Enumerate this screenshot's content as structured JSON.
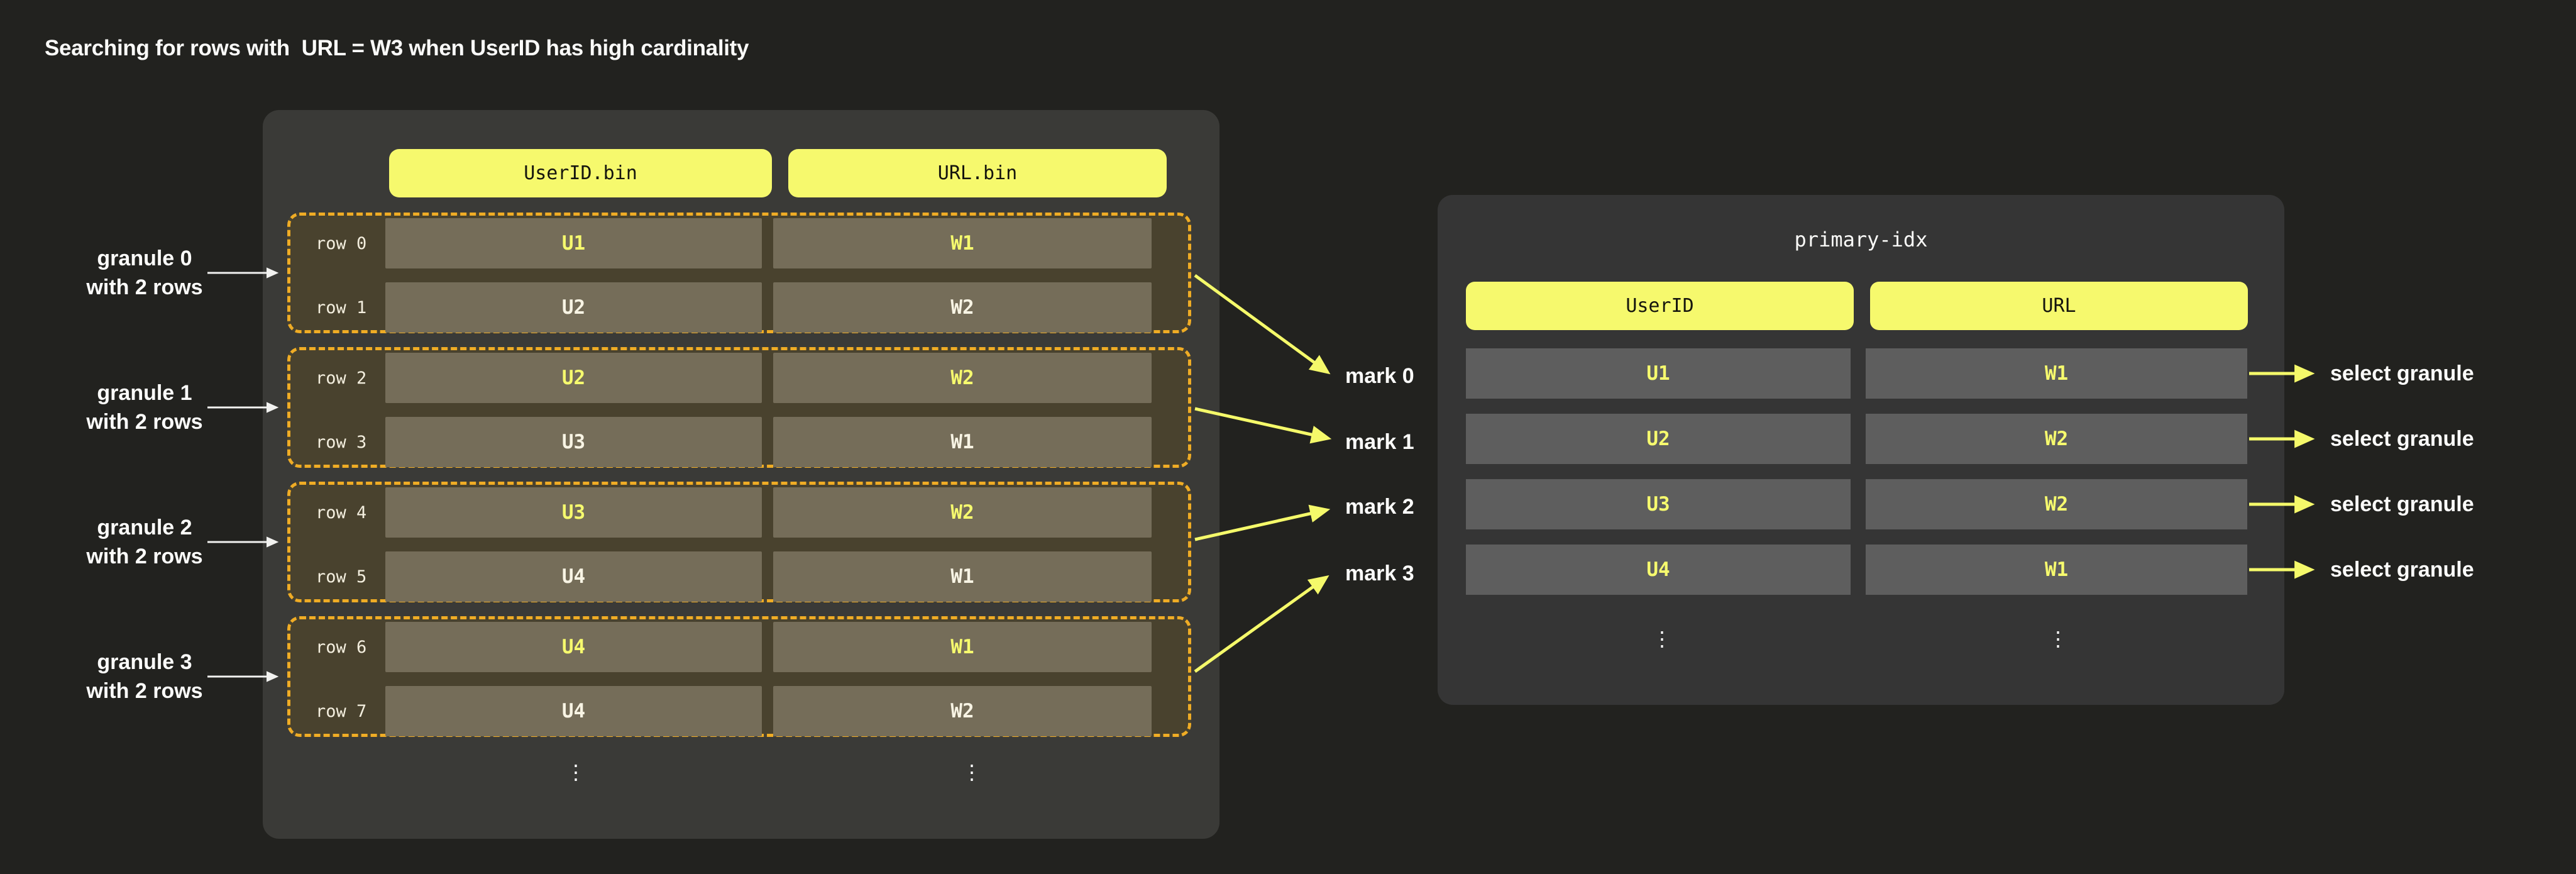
{
  "title": "Searching for rows with  URL = W3 when UserID has high cardinality",
  "left_table": {
    "columns": [
      "UserID.bin",
      "URL.bin"
    ],
    "granules": [
      {
        "label_line1": "granule 0",
        "label_line2": "with 2 rows",
        "rows": [
          {
            "label": "row 0",
            "values": [
              "U1",
              "W1"
            ],
            "highlight": true
          },
          {
            "label": "row 1",
            "values": [
              "U2",
              "W2"
            ],
            "highlight": false
          }
        ]
      },
      {
        "label_line1": "granule 1",
        "label_line2": "with 2 rows",
        "rows": [
          {
            "label": "row 2",
            "values": [
              "U2",
              "W2"
            ],
            "highlight": true
          },
          {
            "label": "row 3",
            "values": [
              "U3",
              "W1"
            ],
            "highlight": false
          }
        ]
      },
      {
        "label_line1": "granule 2",
        "label_line2": "with 2 rows",
        "rows": [
          {
            "label": "row 4",
            "values": [
              "U3",
              "W2"
            ],
            "highlight": true
          },
          {
            "label": "row 5",
            "values": [
              "U4",
              "W1"
            ],
            "highlight": false
          }
        ]
      },
      {
        "label_line1": "granule 3",
        "label_line2": "with 2 rows",
        "rows": [
          {
            "label": "row 6",
            "values": [
              "U4",
              "W1"
            ],
            "highlight": true
          },
          {
            "label": "row 7",
            "values": [
              "U4",
              "W2"
            ],
            "highlight": false
          }
        ]
      }
    ],
    "ellipsis": "⋮"
  },
  "marks": [
    "mark 0",
    "mark 1",
    "mark 2",
    "mark 3"
  ],
  "primary_index": {
    "title": "primary-idx",
    "columns": [
      "UserID",
      "URL"
    ],
    "rows": [
      [
        "U1",
        "W1"
      ],
      [
        "U2",
        "W2"
      ],
      [
        "U3",
        "W2"
      ],
      [
        "U4",
        "W1"
      ]
    ],
    "select_label": "select granule",
    "ellipsis": "⋮"
  },
  "colors": {
    "accent_yellow": "#f5f96a",
    "pill_yellow": "#f6f96d",
    "granule_dash_amber": "#efac25",
    "granule_fill": "#49422e",
    "granule_cell_fill": "#756d59",
    "index_cell_fill": "#5e5e5e",
    "left_panel_bg": "#3a3a37",
    "right_panel_bg": "#353535",
    "page_bg": "#22221f",
    "text_white": "#fcfcfa"
  }
}
